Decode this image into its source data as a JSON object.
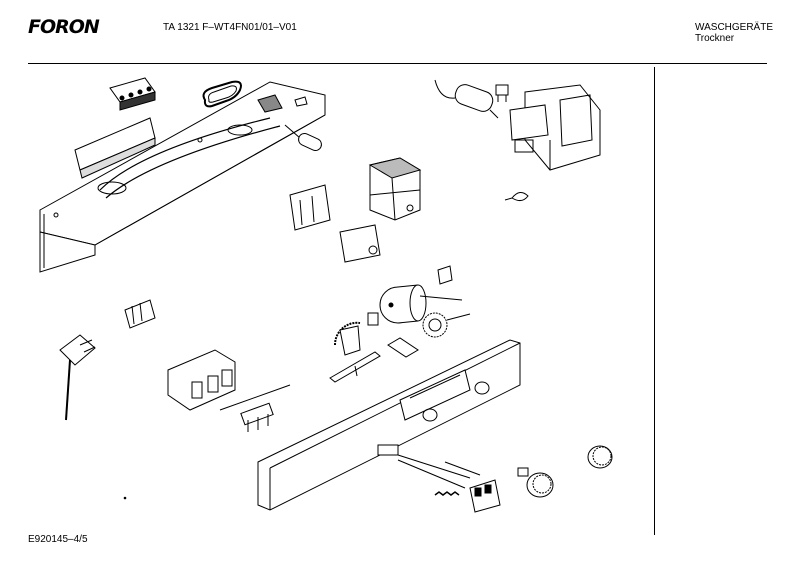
{
  "header": {
    "brand": "FORON",
    "model_code": "TA 1321 F–WT4FN01/01–V01",
    "category_line1": "WASCHGERÄTE",
    "category_line2": "Trockner"
  },
  "footer": {
    "drawing_number": "E920145–4/5"
  }
}
